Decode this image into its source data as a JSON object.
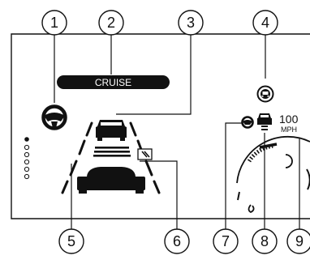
{
  "display": {
    "cruise_label": "CRUISE",
    "speed_value": "100",
    "speed_unit": "MPH"
  },
  "callouts": [
    "1",
    "2",
    "3",
    "4",
    "5",
    "6",
    "7",
    "8",
    "9"
  ],
  "icons": {
    "steering": "steering-wheel-icon",
    "vehicle_sensor": "vehicle-sensor-icon",
    "following_distance": "following-distance-icon",
    "lead_car": "lead-vehicle-icon",
    "own_car": "own-vehicle-icon"
  }
}
